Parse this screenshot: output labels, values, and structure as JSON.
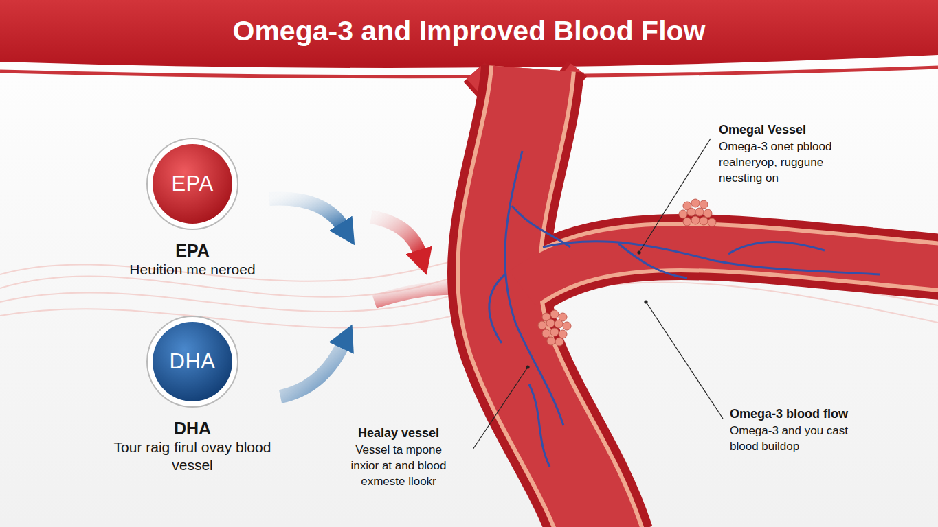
{
  "diagram": {
    "title": "Omega-3 and Improved Blood Flow",
    "nodes": [
      {
        "text": [
          "EPA",
          "EPA",
          "Heuition me neroed"
        ]
      },
      {
        "text": [
          "DHA",
          "DHA",
          "Tour raig firul ovay blood vessel"
        ]
      }
    ],
    "labels": [
      "Omegal Vessel",
      "Omega-3 onet pblood realneryop, ruggune necsting on",
      "Omega-3 blood flow",
      "Omega-3 and you cast blood buildop",
      "Healay vessel",
      "Vessel ta mpone inxior at and blood exmeste llookr"
    ]
  }
}
